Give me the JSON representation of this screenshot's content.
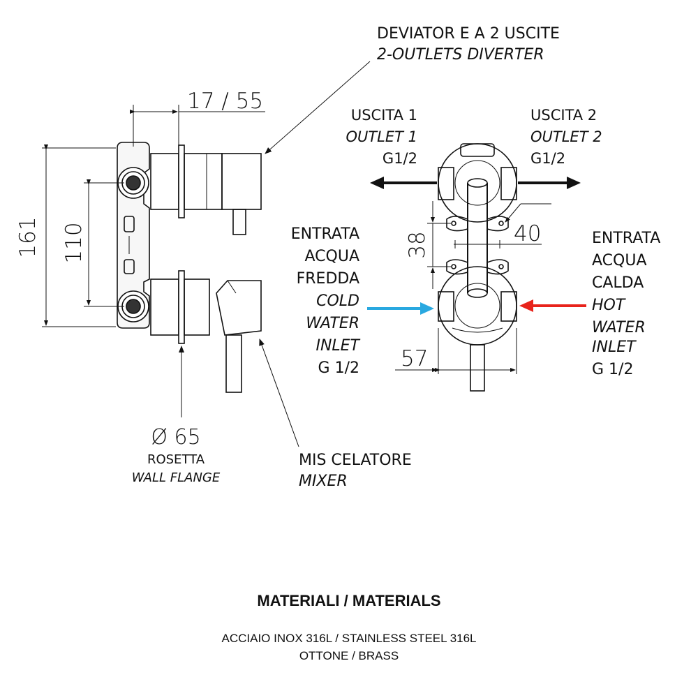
{
  "diverter": {
    "it": "DEVIATOR E A 2 USCITE",
    "en": "2-OUTLETS DIVERTER"
  },
  "dims": {
    "top_width": "17 / 55",
    "height_total": "161",
    "height_inner": "110",
    "center_spacing": "38",
    "outlet_spacing": "40",
    "width_side": "57"
  },
  "outlet1": {
    "it": "USCITA 1",
    "en": "OUTLET 1",
    "size": "G1/2"
  },
  "outlet2": {
    "it": "USCITA 2",
    "en": "OUTLET 2",
    "size": "G1/2"
  },
  "cold": {
    "l1": "ENTRATA",
    "l2": "ACQUA",
    "l3": "FREDDA",
    "l4": "COLD",
    "l5": "WATER",
    "l6": "INLET",
    "l7": "G 1/2"
  },
  "hot": {
    "l1": "ENTRATA",
    "l2": "ACQUA",
    "l3": "CALDA",
    "l4": "HOT",
    "l5": "WATER",
    "l6": "INLET",
    "l7": "G 1/2"
  },
  "flange": {
    "dia": "Ø 65",
    "it": "ROSETTA",
    "en": "WALL FLANGE"
  },
  "mixer": {
    "it": "MIS CELATORE",
    "en": "MIXER"
  },
  "materials": {
    "title": "MATERIALI / MATERIALS",
    "line1": "ACCIAIO INOX 316L / STAINLESS STEEL 316L",
    "line2": "OTTONE / BRASS"
  },
  "colors": {
    "cold_arrow": "#29a8e0",
    "hot_arrow": "#e8231b",
    "outlet_arrow": "#111111"
  }
}
